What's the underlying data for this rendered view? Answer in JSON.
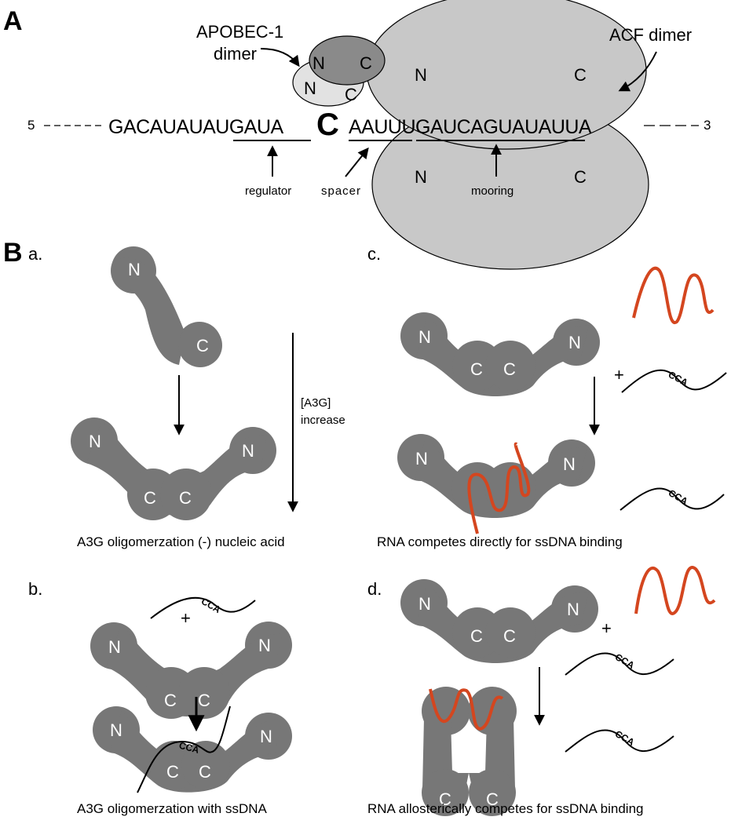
{
  "panel_a": {
    "letter": "A",
    "apobec_label_line1": "APOBEC-1",
    "apobec_label_line2": "dimer",
    "acf_label": "ACF dimer",
    "five_prime": "5",
    "three_prime": "3",
    "seq_left": "GACAUAUAUGAUA",
    "seq_edit": "C",
    "seq_right": "AAUUUGAUCAGUAUAUUA",
    "regulator_label": "regulator",
    "spacer_label": "spacer",
    "mooring_label": "mooring",
    "n": "N",
    "c": "C"
  },
  "panel_b": {
    "letter": "B",
    "a_label": "a.",
    "b_label": "b.",
    "c_label": "c.",
    "d_label": "d.",
    "a3g_increase_line1": "[A3G]",
    "a3g_increase_line2": "increase",
    "plus": "+",
    "cca": "CCA",
    "caption_a": "A3G oligomerzation (-) nucleic acid",
    "caption_b": "A3G oligomerzation with ssDNA",
    "caption_c": "RNA competes directly for ssDNA binding",
    "caption_d": "RNA allosterically competes for ssDNA binding",
    "n": "N",
    "c": "C"
  },
  "colors": {
    "protein_gray": "#777777",
    "acf_gray": "#c8c8c8",
    "apobec_dark": "#8a8a8a",
    "apobec_light": "#e2e2e2",
    "rna_red": "#d4461f"
  }
}
